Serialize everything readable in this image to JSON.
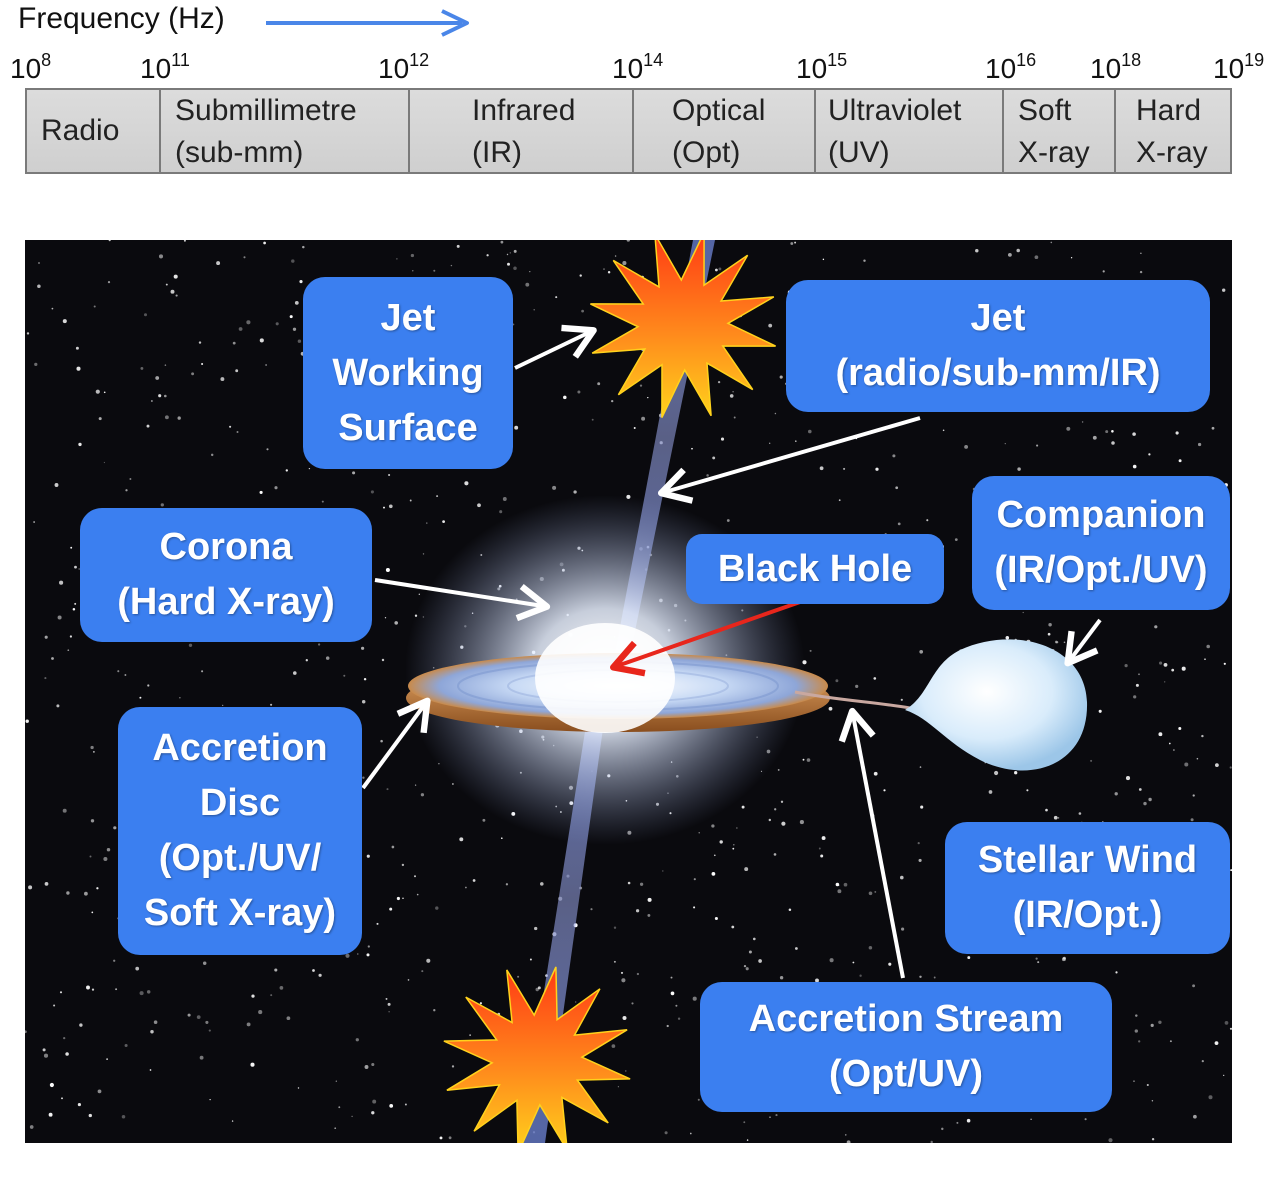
{
  "frequency_axis": {
    "title": "Frequency (Hz)",
    "arrow_color": "#4a86e8",
    "ticks": [
      {
        "base": "10",
        "exp": "8"
      },
      {
        "base": "10",
        "exp": "11"
      },
      {
        "base": "10",
        "exp": "12"
      },
      {
        "base": "10",
        "exp": "14"
      },
      {
        "base": "10",
        "exp": "15"
      },
      {
        "base": "10",
        "exp": "16"
      },
      {
        "base": "10",
        "exp": "18"
      },
      {
        "base": "10",
        "exp": "19"
      }
    ]
  },
  "bands": [
    {
      "line1": "Radio",
      "line2": ""
    },
    {
      "line1": "Submillimetre",
      "line2": "(sub-mm)"
    },
    {
      "line1": "Infrared",
      "line2": "(IR)"
    },
    {
      "line1": "Optical",
      "line2": "(Opt)"
    },
    {
      "line1": "Ultraviolet",
      "line2": "(UV)"
    },
    {
      "line1": "Soft",
      "line2": "X-ray"
    },
    {
      "line1": "Hard",
      "line2": "X-ray"
    }
  ],
  "labels": {
    "jet_working_surface": [
      "Jet",
      "Working",
      "Surface"
    ],
    "jet": [
      "Jet",
      "(radio/sub-mm/IR)"
    ],
    "corona": [
      "Corona",
      "(Hard X-ray)"
    ],
    "black_hole": [
      "Black Hole"
    ],
    "companion": [
      "Companion",
      "(IR/Opt./UV)"
    ],
    "accretion_disc": [
      "Accretion",
      "Disc",
      "(Opt./UV/",
      "Soft X-ray)"
    ],
    "stellar_wind": [
      "Stellar Wind",
      "(IR/Opt.)"
    ],
    "accretion_stream": [
      "Accretion Stream",
      "(Opt/UV)"
    ]
  },
  "colors": {
    "label_fill": "#3b7ff0",
    "arrow": "#ffffff",
    "black_hole_arrow": "#e8261c",
    "space": "#0a0a0e",
    "explosion": "#ff8a1c"
  }
}
